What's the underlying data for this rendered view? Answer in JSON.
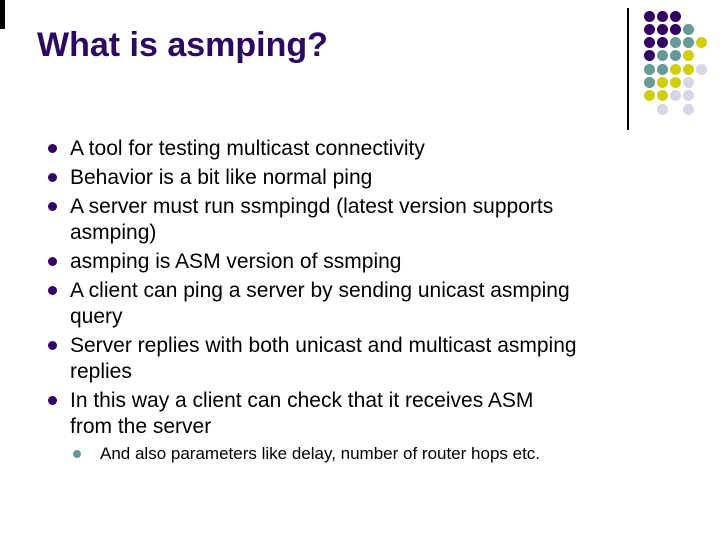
{
  "slide": {
    "title": "What is asmping?",
    "bullets": [
      {
        "level": 1,
        "lines": [
          "A tool for testing multicast connectivity"
        ]
      },
      {
        "level": 1,
        "lines": [
          "Behavior is a bit like normal ping"
        ]
      },
      {
        "level": 1,
        "lines": [
          "A server must run ssmpingd (latest version supports",
          "asmping)"
        ]
      },
      {
        "level": 1,
        "lines": [
          "asmping is ASM version of ssmping"
        ]
      },
      {
        "level": 1,
        "lines": [
          "A client can ping a server by sending unicast asmping",
          "query"
        ]
      },
      {
        "level": 1,
        "lines": [
          "Server replies with both unicast and multicast asmping",
          "replies"
        ]
      },
      {
        "level": 1,
        "lines": [
          "In this way a client can check that it receives ASM",
          "from the server"
        ]
      },
      {
        "level": 2,
        "lines": [
          "And also parameters like delay, number of router hops etc."
        ]
      }
    ]
  },
  "colors": {
    "background": "#FFFFFF",
    "text": "#000000",
    "title": "#2D0861",
    "bullet_dot": "#330066",
    "sub_bullet_dot": "#679797",
    "deco_purple": "#330066",
    "deco_teal": "#679999",
    "deco_yellow": "#CFCF10",
    "deco_gray": "#D6D6E6",
    "deco_line": "#000000"
  },
  "decoration": {
    "name": "dot-grid",
    "pattern": [
      "PPP--",
      "PPPT-",
      "PPTTY",
      "PTTY-",
      "TTYYG",
      "TYYG-",
      "YYGG-",
      "-G-G-"
    ]
  }
}
